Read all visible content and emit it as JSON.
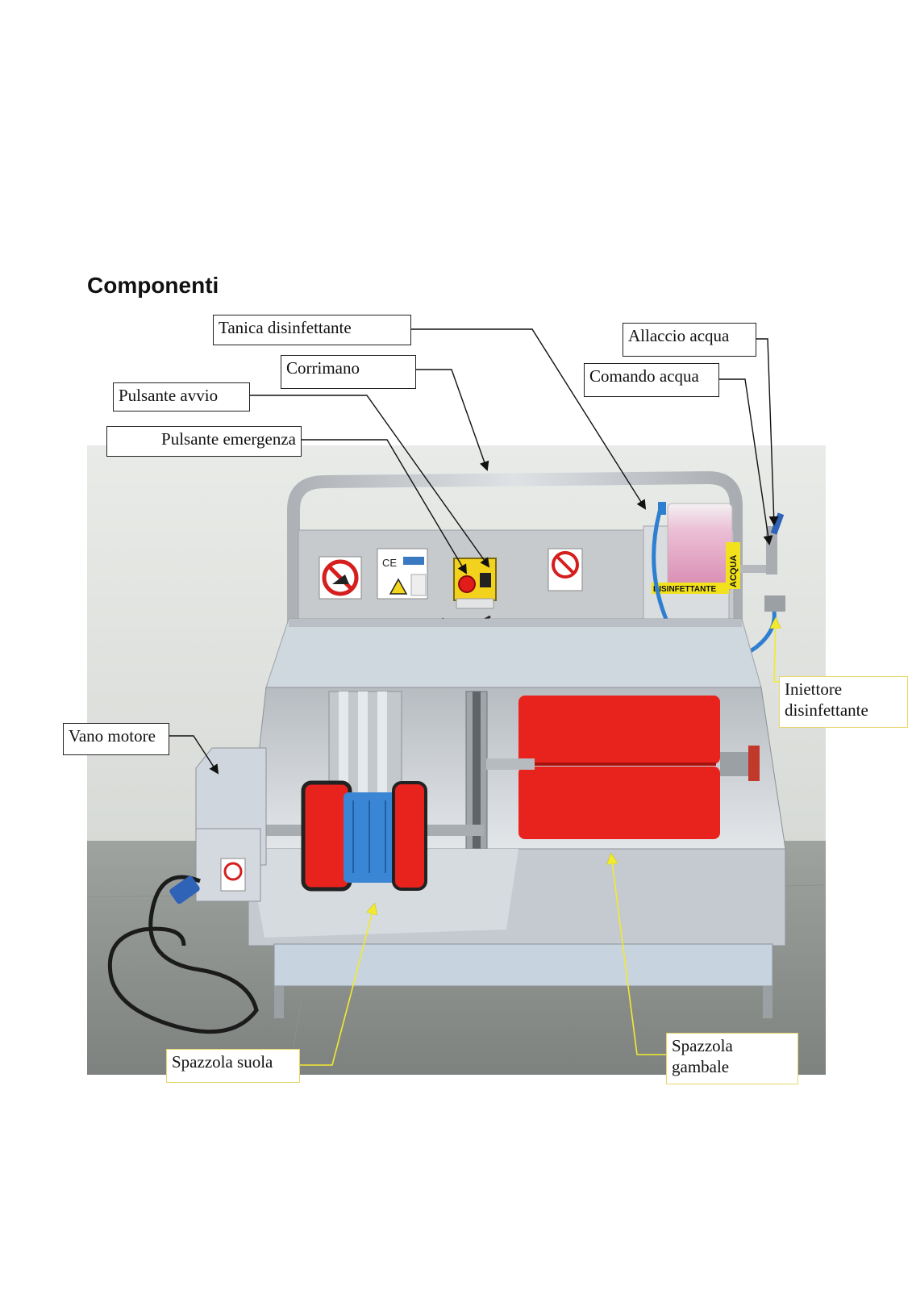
{
  "title": "Componenti",
  "colors": {
    "callout_black": "#111111",
    "callout_yellow": "#f2ea2e",
    "brush_red": "#e8231d",
    "brush_blue": "#3a86d4",
    "steel": "#c9ccd0",
    "tank_fluid": "#e9a3c4",
    "hose_blue": "#2f7fd0"
  },
  "labels": {
    "tanica": "Tanica disinfettante",
    "corrimano": "Corrimano",
    "pulsante_avvio": "Pulsante avvio",
    "pulsante_emergenza": "Pulsante emergenza",
    "allaccio_acqua": "Allaccio acqua",
    "comando_acqua": "Comando acqua",
    "vano_motore": "Vano motore",
    "iniettore": "Iniettore disinfettante",
    "spazzola_suola": "Spazzola suola",
    "spazzola_gambale": "Spazzola gambale"
  },
  "photo": {
    "tank_label": "DISINFETTANTE",
    "water_label": "ACQUA",
    "ce_mark": "CE"
  },
  "icons": [
    "no-shoes-sign-icon",
    "no-entry-sign-icon",
    "warning-triangle-icon",
    "emergency-stop-button-icon"
  ]
}
